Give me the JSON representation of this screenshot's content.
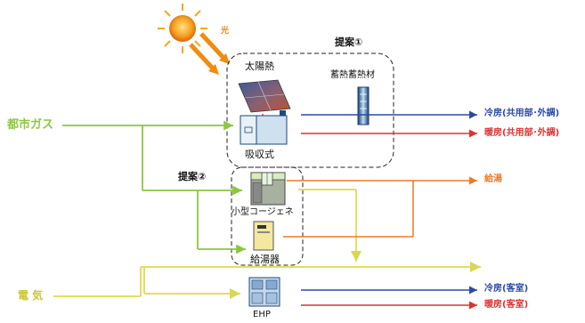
{
  "proposals": {
    "p1": "提案①",
    "p2": "提案②"
  },
  "sources": {
    "gas": "都市ガス",
    "electricity": "電 気",
    "sun": "光"
  },
  "equipment": {
    "solar": "太陽熱",
    "storage": "蓄熱蓄熱材",
    "absorption": "吸収式",
    "cogen": "小型コージェネ",
    "water_heater": "給湯器",
    "ehp": "EHP"
  },
  "outputs": {
    "cool_common": "冷房(共用部･外調)",
    "heat_common": "暖房(共用部･外調)",
    "hot_water": "給湯",
    "cool_room": "冷房(客室)",
    "heat_room": "暖房(客室)"
  },
  "colors": {
    "gas": "#8cc63f",
    "electricity": "#e0e060",
    "cooling": "#2b4aa8",
    "heating": "#e03030",
    "hot_water": "#f07828",
    "sun": "#f08c10"
  }
}
